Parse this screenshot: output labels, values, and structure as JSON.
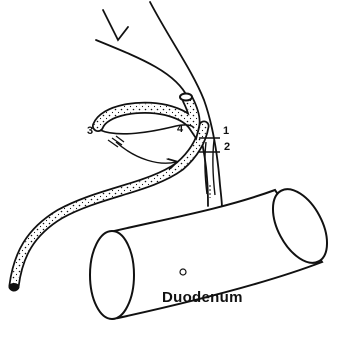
{
  "labels": {
    "organ": "Duodenum",
    "points": [
      "1",
      "2",
      "3",
      "4"
    ]
  },
  "colors": {
    "ink": "#111111",
    "background": "#ffffff"
  }
}
